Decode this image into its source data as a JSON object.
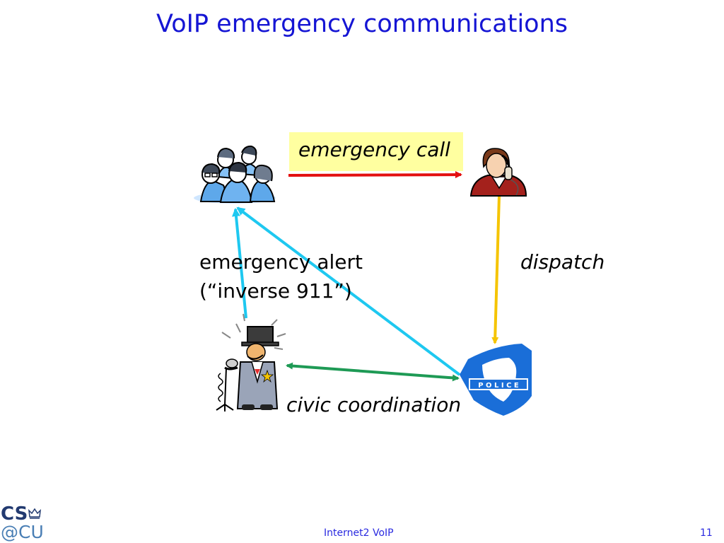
{
  "slide": {
    "title": "VoIP emergency communications",
    "footer_center": "Internet2 VoIP",
    "page_number": "11"
  },
  "logo": {
    "line1": "CS",
    "line2": "@CU",
    "icon": "crown-icon"
  },
  "diagram": {
    "nodes": [
      {
        "id": "citizens",
        "icon": "group-of-people-icon"
      },
      {
        "id": "operator",
        "icon": "telephone-operator-icon"
      },
      {
        "id": "official",
        "icon": "official-with-microphone-icon"
      },
      {
        "id": "police",
        "icon": "police-badge-icon"
      }
    ],
    "edges": [
      {
        "from": "citizens",
        "to": "operator",
        "label": "emergency call",
        "color": "#e31010"
      },
      {
        "from": "operator",
        "to": "police",
        "label": "dispatch",
        "color": "#f5c400"
      },
      {
        "from": "official",
        "to": "citizens",
        "label": "emergency alert",
        "label2": "(“inverse 911”)",
        "color": "#1ec8f0"
      },
      {
        "from": "police",
        "to": "citizens",
        "label": "",
        "color": "#1ec8f0"
      },
      {
        "from": "police",
        "to": "official",
        "label": "civic coordination",
        "color": "#1e9a55"
      }
    ],
    "police_badge_text": "P O L I C E"
  },
  "colors": {
    "title": "#1515d4",
    "label_highlight": "#ffffa0",
    "police_blue": "#1a6ed8"
  }
}
